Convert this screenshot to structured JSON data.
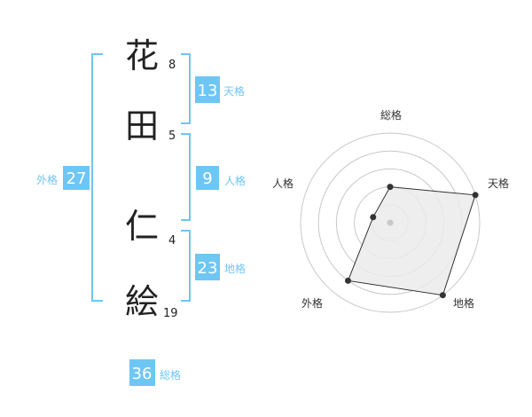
{
  "name": {
    "characters": [
      {
        "char": "花",
        "strokes": "8"
      },
      {
        "char": "田",
        "strokes": "5"
      },
      {
        "char": "仁",
        "strokes": "4"
      },
      {
        "char": "絵",
        "strokes": "19"
      }
    ]
  },
  "kakusu": {
    "tenkaku": {
      "value": "13",
      "label": "天格"
    },
    "jinkaku": {
      "value": "9",
      "label": "人格"
    },
    "chikaku": {
      "value": "23",
      "label": "地格"
    },
    "gaikaku": {
      "value": "27",
      "label": "外格"
    },
    "soukaku": {
      "value": "36",
      "label": "総格"
    }
  },
  "radar": {
    "axes": [
      "総格",
      "天格",
      "地格",
      "外格",
      "人格"
    ],
    "levels": [
      2,
      5,
      5,
      4,
      1
    ],
    "max_level": 5
  },
  "colors": {
    "accent": "#6ec6f5",
    "badge_text": "#ffffff",
    "label_text": "#6ec6f5",
    "kanji_text": "#222222",
    "ring": "#c8c8c8",
    "poly_fill": "#ebebeb",
    "poly_stroke": "#333333",
    "dot": "#333333",
    "center_dot": "#c8c8c8",
    "axis_label": "#333333"
  }
}
